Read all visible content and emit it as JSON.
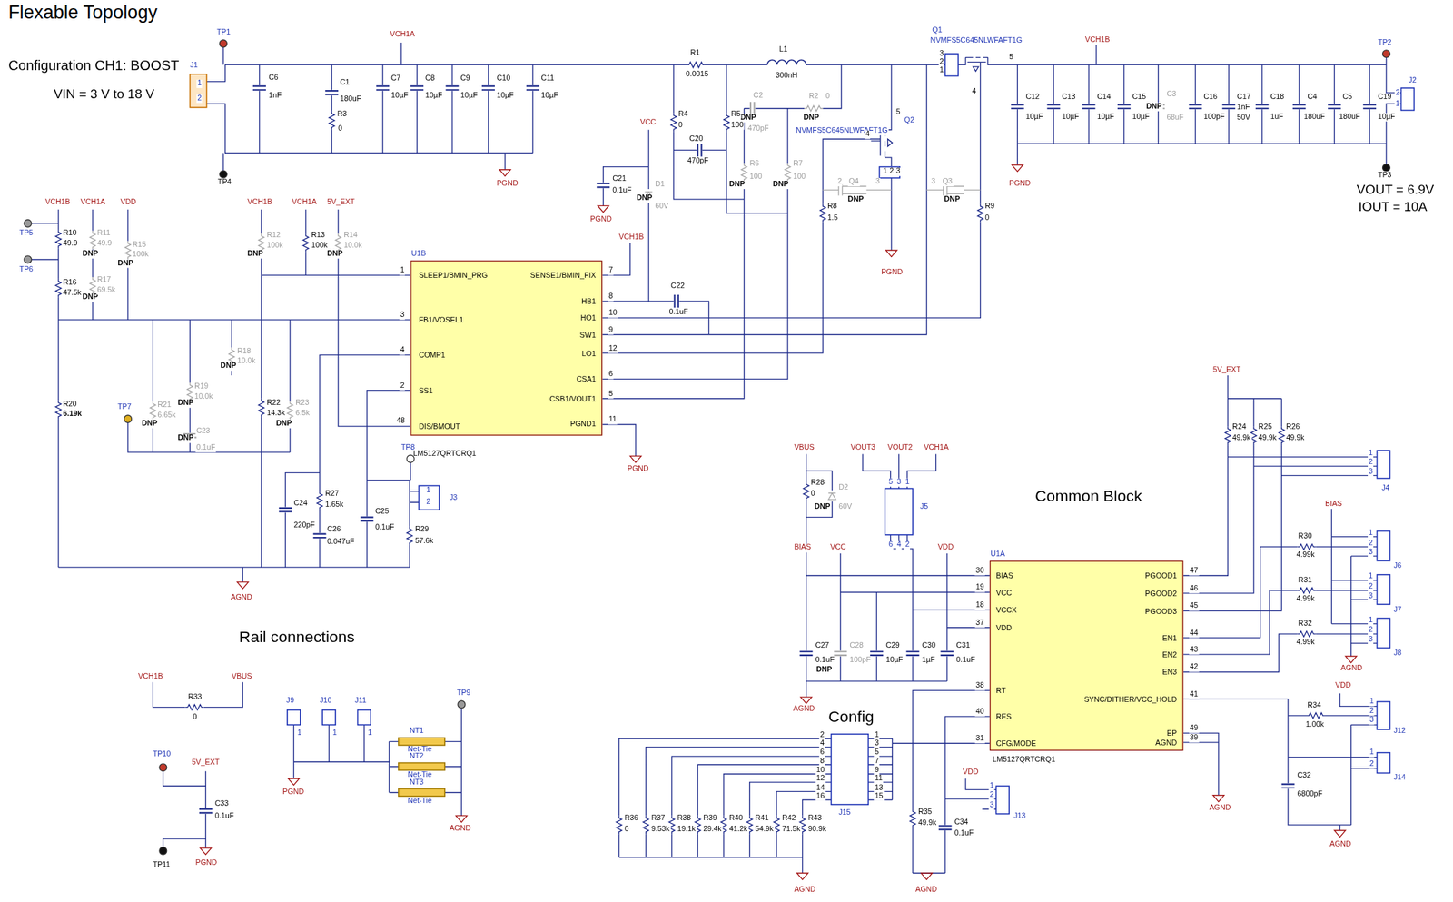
{
  "diagram": {
    "title": "Flexable Topology",
    "nodes": [
      {
        "text": [
          "U1B",
          "SLEEP1/BMIN_PRG",
          "FB1/VOSEL1",
          "COMP1",
          "SS1",
          "DIS/BMOUT",
          "SENSE1/BMIN_FIX",
          "HB1",
          "HO1",
          "SW1",
          "LO1",
          "CSA1",
          "CSB1/VOUT1",
          "PGND1",
          "LM5127QRTCRQ1"
        ]
      },
      {
        "text": [
          "U1A",
          "BIAS",
          "VCC",
          "VCCX",
          "VDD",
          "RT",
          "RES",
          "CFG/MODE",
          "PGOOD1",
          "PGOOD2",
          "PGOOD3",
          "EN1",
          "EN2",
          "EN3",
          "SYNC/DITHER/VCC_HOLD",
          "EP",
          "AGND",
          "LM5127QRTCRQ1"
        ]
      }
    ],
    "labels": [
      "Configuration CH1: BOOST",
      "VIN = 3 V to 18 V",
      "TP1",
      "J1",
      "1",
      "2",
      "TP4",
      "C6",
      "1nF",
      "C1",
      "180uF",
      "R3",
      "0",
      "VCH1A",
      "C7",
      "10µF",
      "C8",
      "10µF",
      "C9",
      "10µF",
      "C10",
      "10µF",
      "C11",
      "10µF",
      "PGND",
      "R1",
      "0.0015",
      "L1",
      "300nH",
      "Q1",
      "NVMFS5C645NLWFAFT1G",
      "3",
      "2",
      "1",
      "5",
      "4",
      "VCH1B",
      "C12",
      "10µF",
      "C13",
      "10µF",
      "C14",
      "10µF",
      "C15",
      "10µF",
      "C3",
      "DNP",
      "68uF",
      "C16",
      "100pF",
      "C17",
      "1nF",
      "50V",
      "C18",
      "1uF",
      "C4",
      "180uF",
      "C5",
      "180uF",
      "C19",
      "10µF",
      "TP2",
      "J2",
      "2",
      "1",
      "PGND",
      "TP3",
      "VOUT = 6.9V",
      "IOUT = 10A",
      "C2",
      "DNP",
      "470pF",
      "R2",
      "DNP",
      "0",
      "R4",
      "0",
      "R5",
      "100",
      "C20",
      "470pF",
      "DNP",
      "R6",
      "100",
      "DNP",
      "R7",
      "100",
      "Q2",
      "NVMFS5C645NLWFAFT1G",
      "5",
      "4",
      "1",
      "2",
      "3",
      "VCC",
      "C21",
      "0.1uF",
      "D1",
      "DNP",
      "60V",
      "PGND",
      "R8",
      "1.5",
      "2",
      "Q4",
      "3",
      "DNP",
      "PGND",
      "Q3",
      "3",
      "DNP",
      "R9",
      "0",
      "VCH1B",
      "VCH1A",
      "VDD",
      "TP5",
      "R10",
      "49.9",
      "DNP",
      "R11",
      "49.9",
      "DNP",
      "R15",
      "100k",
      "TP6",
      "R16",
      "47.5k",
      "DNP",
      "R17",
      "69.5k",
      "R20",
      "6.19k",
      "TP7",
      "DNP",
      "R21",
      "6.65k",
      "DNP",
      "R19",
      "10.0k",
      "DNP",
      "C23",
      "0.1uF",
      "VCH1B",
      "VCH1A",
      "5V_EXT",
      "DNP",
      "R12",
      "100k",
      "R13",
      "100k",
      "DNP",
      "R14",
      "10.0k",
      "DNP",
      "R18",
      "10.0k",
      "R22",
      "14.3k",
      "DNP",
      "R23",
      "6.5k",
      "VCH1B",
      "C22",
      "0.1uF",
      "PGND",
      "1",
      "3",
      "4",
      "2",
      "48",
      "7",
      "8",
      "10",
      "9",
      "12",
      "6",
      "5",
      "11",
      "C24",
      "220pF",
      "R27",
      "1.65k",
      "C26",
      "0.047uF",
      "C25",
      "0.1uF",
      "TP8",
      "J3",
      "1",
      "2",
      "R29",
      "57.6k",
      "AGND",
      "Rail connections",
      "VCH1B",
      "VBUS",
      "R33",
      "0",
      "TP10",
      "5V_EXT",
      "C33",
      "0.1uF",
      "TP11",
      "PGND",
      "J9",
      "J10",
      "J11",
      "1",
      "1",
      "1",
      "NT1",
      "Net-Tie",
      "NT2",
      "Net-Tie",
      "NT3",
      "Net-Tie",
      "TP9",
      "PGND",
      "AGND",
      "Common Block",
      "VBUS",
      "R28",
      "0",
      "D2",
      "DNP",
      "60V",
      "VOUT3",
      "VOUT2",
      "VCH1A",
      "5",
      "3",
      "1",
      "J5",
      "6",
      "4",
      "2",
      "BIAS",
      "VCC",
      "VDD",
      "C27",
      "0.1uF",
      "DNP",
      "C28",
      "100pF",
      "C29",
      "10µF",
      "C30",
      "1µF",
      "C31",
      "0.1uF",
      "AGND",
      "30",
      "19",
      "18",
      "37",
      "38",
      "40",
      "31",
      "47",
      "46",
      "45",
      "44",
      "43",
      "42",
      "41",
      "49",
      "39",
      "5V_EXT",
      "R24",
      "49.9k",
      "R25",
      "49.9k",
      "R26",
      "49.9k",
      "1",
      "2",
      "3",
      "J4",
      "BIAS",
      "R30",
      "4.99k",
      "1",
      "2",
      "3",
      "J6",
      "R31",
      "4.99k",
      "1",
      "2",
      "3",
      "J7",
      "R32",
      "4.99k",
      "1",
      "2",
      "3",
      "J8",
      "AGND",
      "VDD",
      "R34",
      "1.00k",
      "1",
      "2",
      "3",
      "J12",
      "1",
      "2",
      "J14",
      "C32",
      "6800pF",
      "AGND",
      "AGND",
      "Config",
      "2",
      "4",
      "6",
      "8",
      "10",
      "12",
      "14",
      "16",
      "1",
      "3",
      "5",
      "7",
      "9",
      "11",
      "13",
      "15",
      "J15",
      "R36",
      "0",
      "R37",
      "9.53k",
      "R38",
      "19.1k",
      "R39",
      "29.4k",
      "R40",
      "41.2k",
      "R41",
      "54.9k",
      "R42",
      "71.5k",
      "R43",
      "90.9k",
      "AGND",
      "R35",
      "49.9k",
      "VDD",
      "J13",
      "1",
      "2",
      "3",
      "C34",
      "0.1uF",
      "AGND"
    ]
  }
}
